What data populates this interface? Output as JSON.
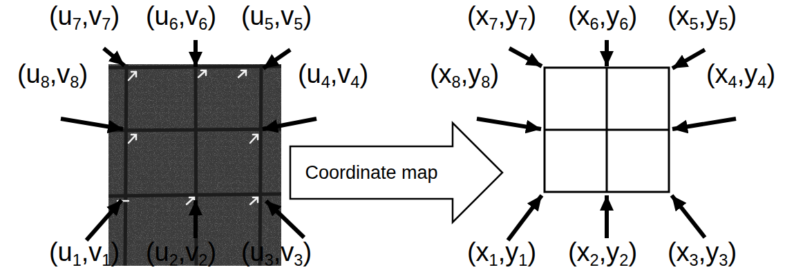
{
  "diagram": {
    "nodes": [
      {
        "text": [
          "Coordinate map"
        ]
      }
    ],
    "labels": [
      "(u7,v7)",
      "(u6,v6)",
      "(u5,v5)",
      "(u8,v8)",
      "(u4,v4)",
      "(u1,v1)",
      "(u2,v2)",
      "(u3,v3)",
      "(x7,y7)",
      "(x6,y6)",
      "(x5,y5)",
      "(x8,y8)",
      "(x4,y4)",
      "(x1,y1)",
      "(x2,y2)",
      "(x3,y3)"
    ]
  }
}
